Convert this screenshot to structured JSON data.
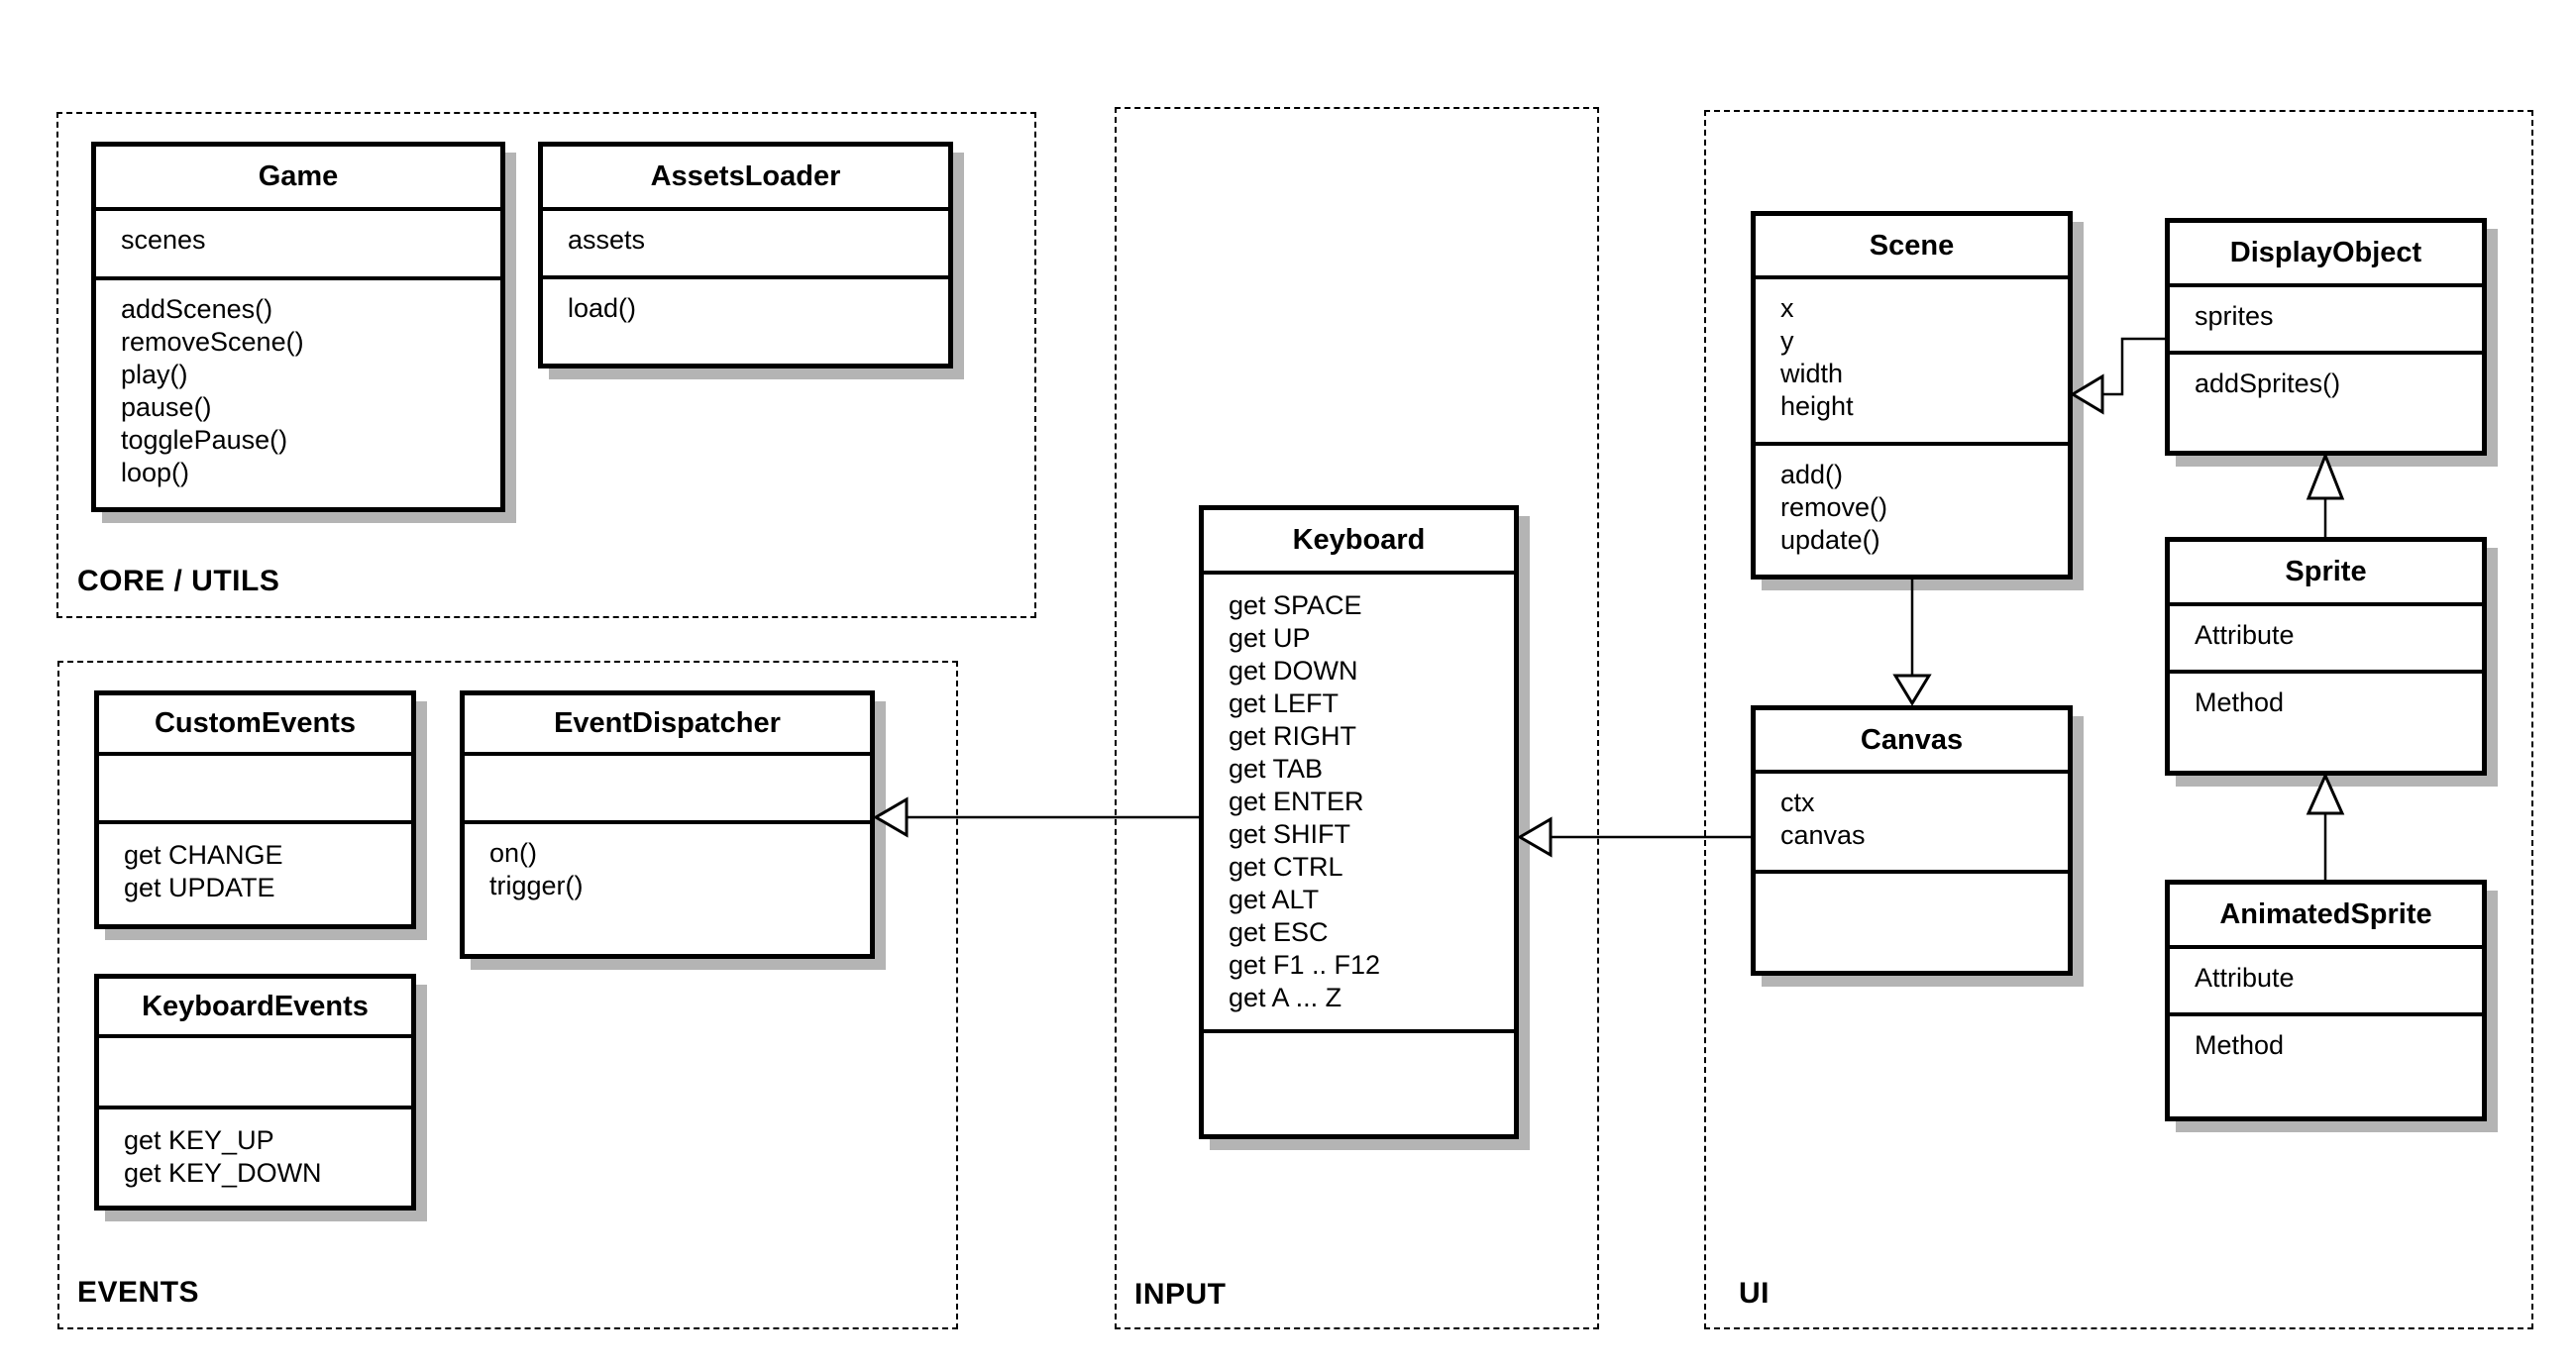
{
  "packages": {
    "core_utils": {
      "label": "CORE / UTILS",
      "classes": {
        "game": {
          "name": "Game",
          "attributes": [
            "scenes"
          ],
          "methods": [
            "addScenes()",
            "removeScene()",
            "play()",
            "pause()",
            "togglePause()",
            "loop()"
          ]
        },
        "assets_loader": {
          "name": "AssetsLoader",
          "attributes": [
            "assets"
          ],
          "methods": [
            "load()"
          ]
        }
      }
    },
    "events": {
      "label": "EVENTS",
      "classes": {
        "custom_events": {
          "name": "CustomEvents",
          "attributes": [],
          "methods": [
            "get CHANGE",
            "get UPDATE"
          ]
        },
        "event_dispatcher": {
          "name": "EventDispatcher",
          "attributes": [],
          "methods": [
            "on()",
            "trigger()"
          ]
        },
        "keyboard_events": {
          "name": "KeyboardEvents",
          "attributes": [],
          "methods": [
            "get KEY_UP",
            "get KEY_DOWN"
          ]
        }
      }
    },
    "input": {
      "label": "INPUT",
      "classes": {
        "keyboard": {
          "name": "Keyboard",
          "attributes": [],
          "methods": [
            "get SPACE",
            "get UP",
            "get DOWN",
            "get LEFT",
            "get RIGHT",
            "get TAB",
            "get ENTER",
            "get SHIFT",
            "get CTRL",
            "get ALT",
            "get ESC",
            "get F1 .. F12",
            "get A ... Z"
          ]
        }
      }
    },
    "ui": {
      "label": "UI",
      "classes": {
        "scene": {
          "name": "Scene",
          "attributes": [
            "x",
            "y",
            "width",
            "height"
          ],
          "methods": [
            "add()",
            "remove()",
            "update()"
          ]
        },
        "display_object": {
          "name": "DisplayObject",
          "attributes": [
            "sprites"
          ],
          "methods": [
            "addSprites()"
          ]
        },
        "canvas": {
          "name": "Canvas",
          "attributes": [
            "ctx",
            "canvas"
          ],
          "methods": []
        },
        "sprite": {
          "name": "Sprite",
          "attributes": [
            "Attribute"
          ],
          "methods": [
            "Method"
          ]
        },
        "animated_sprite": {
          "name": "AnimatedSprite",
          "attributes": [
            "Attribute"
          ],
          "methods": [
            "Method"
          ]
        }
      }
    }
  },
  "relations": [
    {
      "from": "Keyboard",
      "to": "EventDispatcher",
      "type": "generalization"
    },
    {
      "from": "Canvas",
      "to": "Keyboard",
      "type": "generalization"
    },
    {
      "from": "DisplayObject",
      "to": "Scene",
      "type": "generalization"
    },
    {
      "from": "Scene",
      "to": "Canvas",
      "type": "generalization"
    },
    {
      "from": "Sprite",
      "to": "DisplayObject",
      "type": "generalization"
    },
    {
      "from": "AnimatedSprite",
      "to": "Sprite",
      "type": "generalization"
    }
  ],
  "colors": {
    "line": "#000000",
    "shadow": "#b4b4b4",
    "background": "#ffffff"
  }
}
